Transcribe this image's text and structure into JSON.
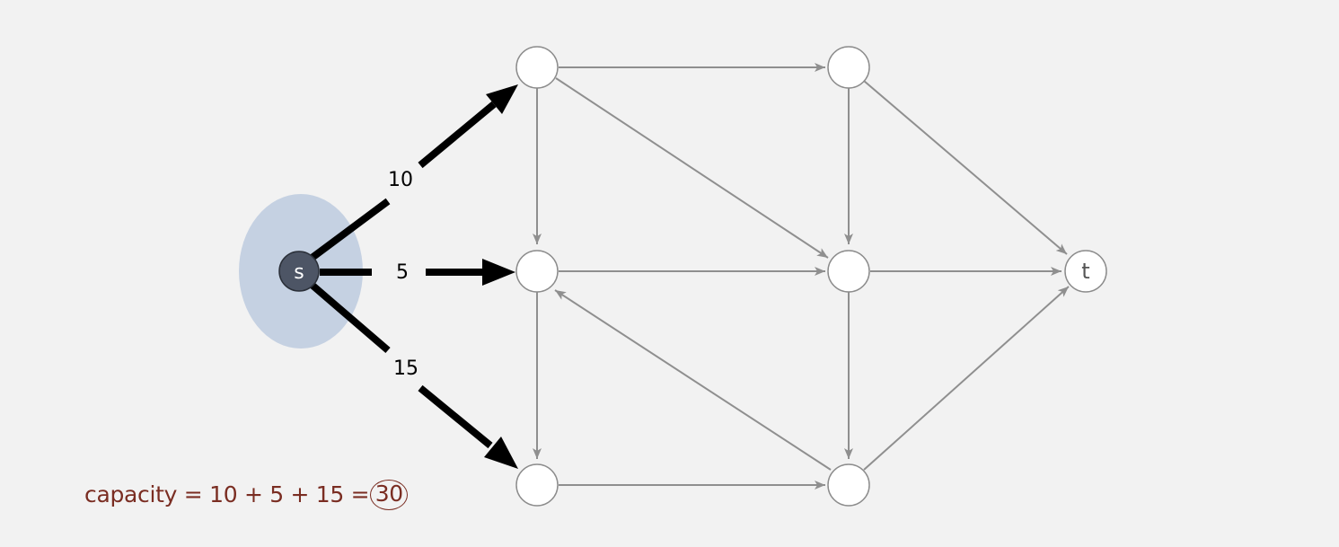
{
  "source_label": "s",
  "sink_label": "t",
  "cut_edges": [
    {
      "id": "s-a",
      "capacity": "10"
    },
    {
      "id": "s-b",
      "capacity": "5"
    },
    {
      "id": "s-c",
      "capacity": "15"
    }
  ],
  "capacity_text": "capacity = 10 + 5 + 15 =",
  "capacity_total": "30",
  "colors": {
    "background": "#f2f2f2",
    "cut_region": "#c5d1e2",
    "source_fill": "#4d5565",
    "node_stroke": "#8c8c8c",
    "edge_gray": "#8f8f8f",
    "cut_edge": "#000000",
    "capacity_text": "#7a2d22"
  }
}
